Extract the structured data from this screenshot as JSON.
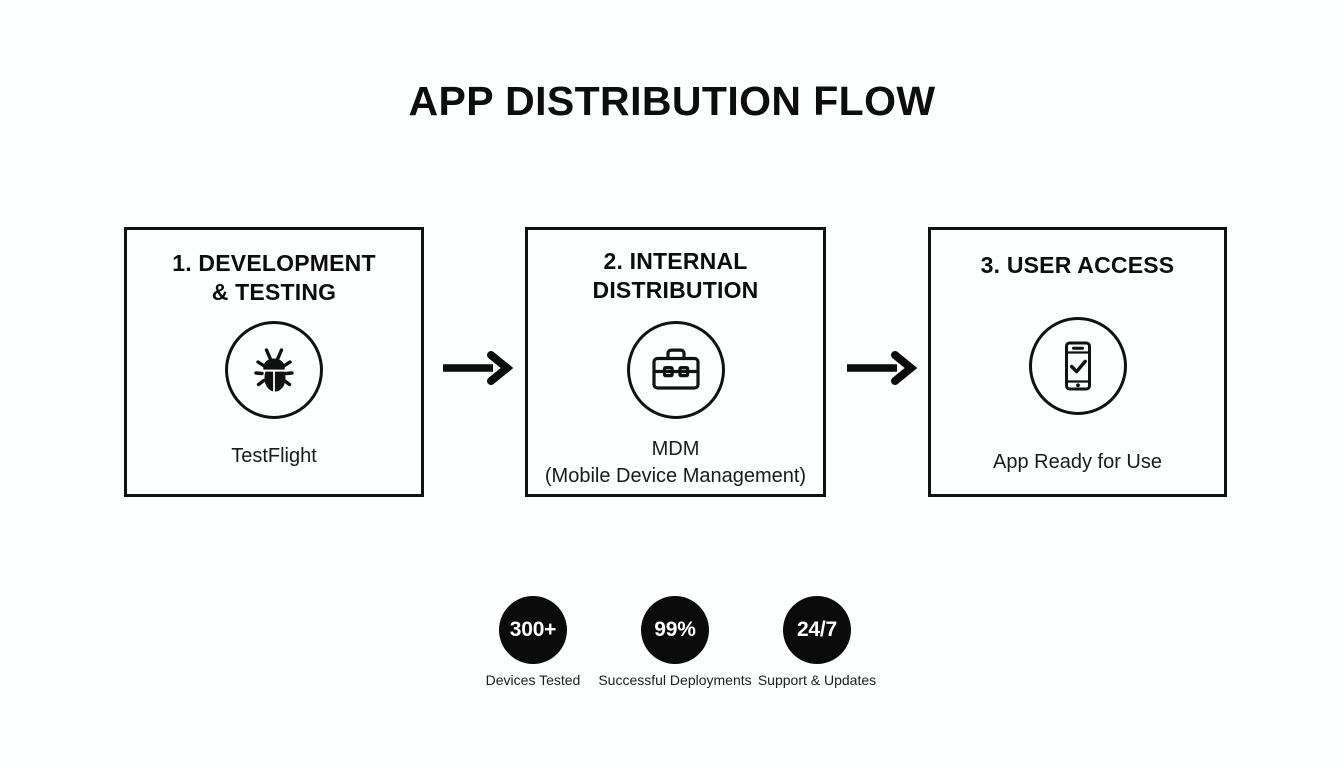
{
  "title": "APP DISTRIBUTION FLOW",
  "background_color": "#fdfefe",
  "ink_color": "#111111",
  "stages": [
    {
      "heading_line1": "1. DEVELOPMENT",
      "heading_line2": "& TESTING",
      "icon": "bug-icon",
      "label_line1": "TestFlight",
      "label_line2": ""
    },
    {
      "heading_line1": "2. INTERNAL",
      "heading_line2": "DISTRIBUTION",
      "icon": "briefcase-icon",
      "label_line1": "MDM",
      "label_line2": "(Mobile Device Management)"
    },
    {
      "heading_line1": "3. USER ACCESS",
      "heading_line2": "",
      "icon": "phone-check-icon",
      "label_line1": "App Ready for Use",
      "label_line2": ""
    }
  ],
  "connectors": [
    {
      "icon": "arrow-right-icon"
    },
    {
      "icon": "arrow-right-icon"
    }
  ],
  "stats": [
    {
      "value": "300+",
      "caption": "Devices Tested"
    },
    {
      "value": "99%",
      "caption": "Successful Deployments"
    },
    {
      "value": "24/7",
      "caption": "Support & Updates"
    }
  ]
}
